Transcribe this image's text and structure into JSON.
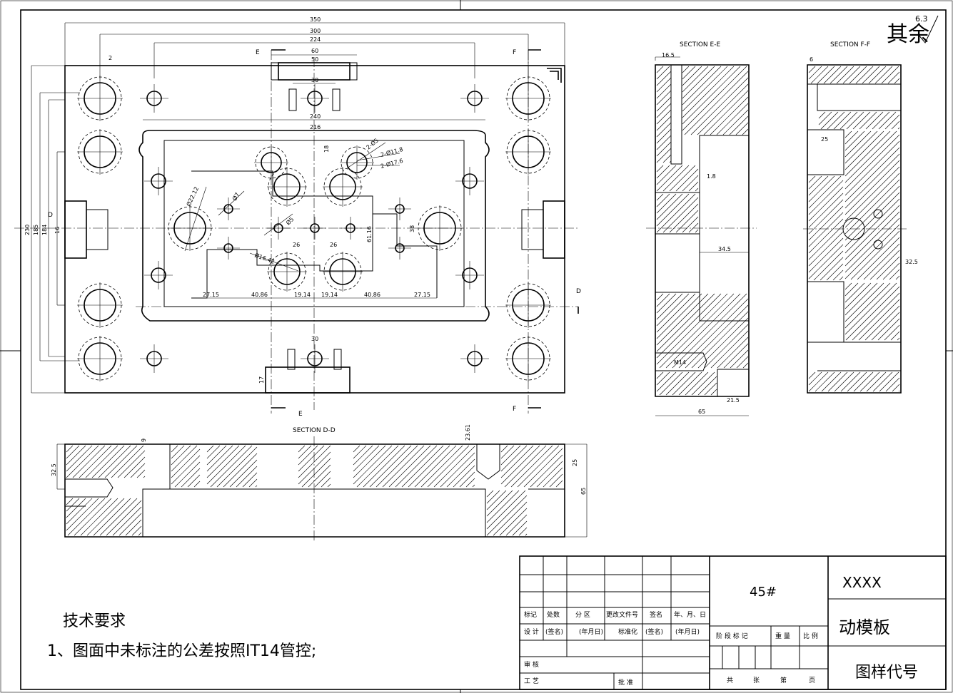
{
  "roughness": {
    "symbol_text": "其余",
    "value": "6.3"
  },
  "main_view": {
    "dims_top": [
      "350",
      "300",
      "224",
      "60",
      "50",
      "30",
      "240",
      "216",
      "2"
    ],
    "dims_left": [
      "230",
      "185",
      "184",
      "16"
    ],
    "dims_bottom_row": [
      "27.15",
      "40.86",
      "19.14",
      "19.14",
      "40.86",
      "27.15"
    ],
    "dims_center": [
      "26",
      "26",
      "61.16",
      "38",
      "18",
      "30"
    ],
    "diameters": [
      "Ø22.12",
      "Ø7",
      "Ø5",
      "Ø16.42",
      "2-Ø5",
      "2-Ø11.8",
      "2-Ø17.6"
    ],
    "section_marks": {
      "e_top": "E",
      "e_bottom": "E",
      "f_top": "F",
      "f_bottom": "F",
      "d_left": "D",
      "d_right": "D"
    },
    "bottom_dim": "17"
  },
  "section_ee": {
    "title": "SECTION E-E",
    "dims": [
      "16.5",
      "1.8",
      "34.5",
      "21.5",
      "65"
    ],
    "thread": "M14"
  },
  "section_ff": {
    "title": "SECTION F-F",
    "dims": [
      "6",
      "25",
      "32.5"
    ]
  },
  "section_dd": {
    "title": "SECTION D-D",
    "dims": [
      "32.5",
      "9",
      "23.61",
      "25",
      "65"
    ]
  },
  "tech_req": {
    "heading": "技术要求",
    "items": [
      "1、图面中未标注的公差按照IT14管控;"
    ]
  },
  "title_block": {
    "material": "45#",
    "drawing_name": "XXXX",
    "part_name": "动模板",
    "drawing_code": "图样代号",
    "rev_headers": [
      "标记",
      "处数",
      "分 区",
      "更改文件号",
      "签名",
      "年、月、日"
    ],
    "design_row": [
      "设 计",
      "(签名)",
      "(年月日)",
      "标准化",
      "(签名)",
      "(年月日)"
    ],
    "review": "审 核",
    "process": "工 艺",
    "approve": "批 准",
    "stage_headers": [
      "阶 段 标 记",
      "重 量",
      "比 例"
    ],
    "sheet_info": [
      "共",
      "张",
      "第",
      "页"
    ]
  }
}
